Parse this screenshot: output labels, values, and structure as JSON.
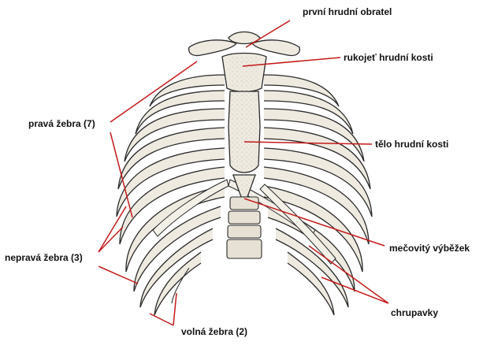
{
  "labels": {
    "prvni_hrudni_obratel": "první hrudní obratel",
    "rukojet_hrudni_kosti": "rukojeť hrudní kosti",
    "prava_zebra": "pravá žebra (7)",
    "telo_hrudni_kosti": "tělo hrudní kosti",
    "mecovity_vybezek": "mečovitý výběžek",
    "neprava_zebra": "nepravá žebra (3)",
    "chrupavky": "chrupavky",
    "volna_zebra": "volná žebra (2)"
  },
  "colors": {
    "leader_line": "#c41a1a",
    "bone_fill": "#eeeae0",
    "bone_outline": "#2a2a2a",
    "label_text": "#111111"
  }
}
